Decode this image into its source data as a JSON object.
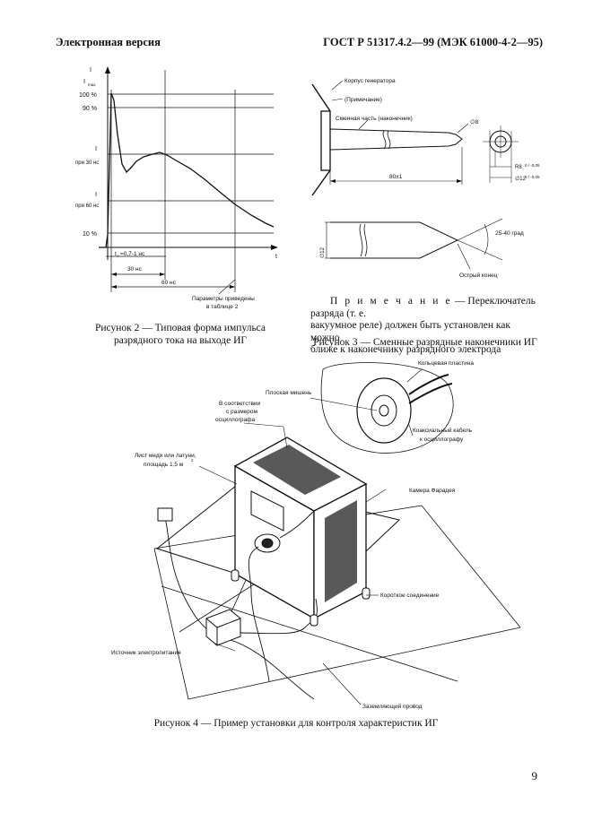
{
  "header": {
    "left": "Электронная версия",
    "right": "ГОСТ Р 51317.4.2—99 (МЭК 61000-4-2—95)"
  },
  "fig2": {
    "axis_y": "I",
    "axis_x": "t",
    "label_imax_1": "I",
    "label_imax_2": "max",
    "pct100": "100 %",
    "pct90": "90 %",
    "label_i30_1": "I",
    "label_i30_2": "при 30 нс",
    "label_i60_1": "I",
    "label_i60_2": "при 60 нс",
    "pct10": "10 %",
    "tr": "t",
    "tr_sub": "r",
    "tr_val": "=0,7-1 нс",
    "ns30": "30 нс",
    "ns60": "60 нс",
    "params_1": "Параметры приведены",
    "params_2": "в таблице 2",
    "caption_1": "Рисунок 2 — Типовая форма импульса",
    "caption_2": "разрядного тока на выходе ИГ"
  },
  "fig3": {
    "housing": "Корпус генератора",
    "note_ref": "(Примечание)",
    "tip": "Сменная часть (наконечник)",
    "d8": "∅8",
    "dim80": "80±1",
    "r8": "R8",
    "r8_tol": "0 / -0,05",
    "d12": "∅12",
    "d12_tol": "0 / -0,05",
    "d12_side": "∅12",
    "angle": "25-40 град",
    "sharp": "Острый конец",
    "note_word": "П р и м е ч а н и е",
    "note_1": " — Переключатель разряда (т. е.",
    "note_2": "вакуумное реле) должен быть установлен как можно",
    "note_3": "ближе к наконечнику разрядного электрода",
    "caption": "Рисунок 3 — Сменные разрядные наконечники ИГ"
  },
  "fig4": {
    "ring": "Кольцевая пластина",
    "target": "Плоская мишень",
    "size_1": "В соответствии",
    "size_2": "с размером",
    "size_3": "осциллографа",
    "cable_1": "Коаксиальный кабель",
    "cable_2": "к осциллографу",
    "plate_1": "Лист меди или латуни,",
    "plate_2": "площадь 1,5 м",
    "plate_sup": "2",
    "faraday": "Камера Фарадея",
    "short": "Короткое соединение",
    "supply": "Источник электропитания",
    "ground": "Заземляющий провод",
    "caption": "Рисунок 4 — Пример установки для контроля характеристик ИГ"
  },
  "page_number": "9"
}
